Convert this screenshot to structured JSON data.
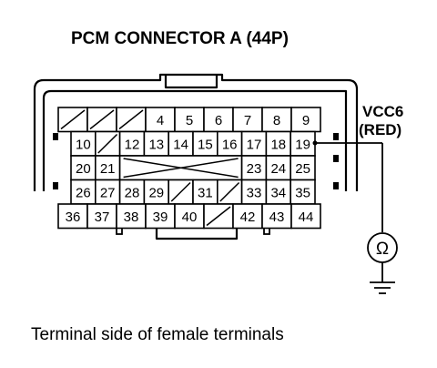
{
  "title": "PCM CONNECTOR A (44P)",
  "caption": "Terminal side of female terminals",
  "wire": {
    "name": "VCC6",
    "color_label": "(RED)"
  },
  "ohmmeter_symbol": "Ω",
  "rows": [
    [
      {
        "t": "/"
      },
      {
        "t": "/"
      },
      {
        "t": "/"
      },
      {
        "t": "4"
      },
      {
        "t": "5"
      },
      {
        "t": "6"
      },
      {
        "t": "7"
      },
      {
        "t": "8"
      },
      {
        "t": "9"
      }
    ],
    [
      {
        "t": "10"
      },
      {
        "t": "/"
      },
      {
        "t": "12"
      },
      {
        "t": "13"
      },
      {
        "t": "14"
      },
      {
        "t": "15"
      },
      {
        "t": "16"
      },
      {
        "t": "17"
      },
      {
        "t": "18"
      },
      {
        "t": "19"
      }
    ],
    [
      {
        "t": "20"
      },
      {
        "t": "21"
      },
      {
        "t": "X",
        "span": 5
      },
      {
        "t": "23"
      },
      {
        "t": "24"
      },
      {
        "t": "25"
      }
    ],
    [
      {
        "t": "26"
      },
      {
        "t": "27"
      },
      {
        "t": "28"
      },
      {
        "t": "29"
      },
      {
        "t": "/"
      },
      {
        "t": "31"
      },
      {
        "t": "/"
      },
      {
        "t": "33"
      },
      {
        "t": "34"
      },
      {
        "t": "35"
      }
    ],
    [
      {
        "t": "36"
      },
      {
        "t": "37"
      },
      {
        "t": "38"
      },
      {
        "t": "39"
      },
      {
        "t": "40"
      },
      {
        "t": "/"
      },
      {
        "t": "42"
      },
      {
        "t": "43"
      },
      {
        "t": "44"
      }
    ]
  ]
}
